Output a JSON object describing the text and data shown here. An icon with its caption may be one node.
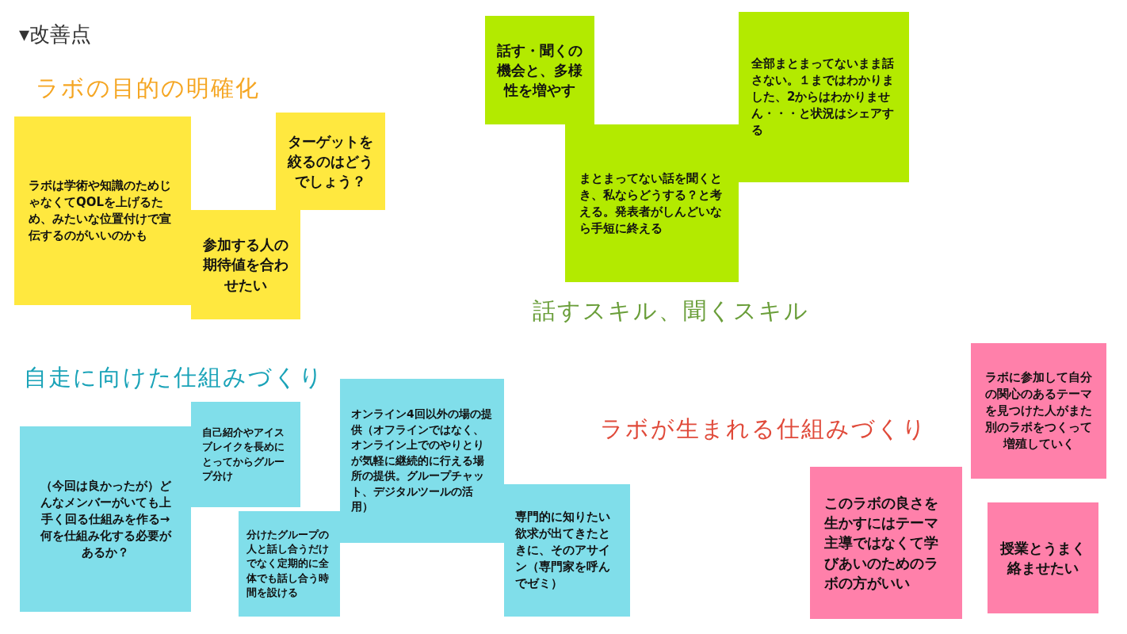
{
  "diagram": {
    "title": "▾改善点",
    "nodes": [
      {
        "text": [
          "ラボは学術や知識のためじゃなくてQOLを上げるため、みたいな位置付けで宣伝するのがいいのかも"
        ]
      },
      {
        "text": [
          "ターゲットを絞るのはどうでしょう？"
        ]
      },
      {
        "text": [
          "参加する人の期待値を合わせたい"
        ]
      },
      {
        "text": [
          "話す・聞くの機会と、多様性を増やす"
        ]
      },
      {
        "text": [
          "全部まとまってないまま話さない。１まではわかりました、2からはわかりません・・・と状況はシェアする"
        ]
      },
      {
        "text": [
          "まとまってない話を聞くとき、私ならどうする？と考える。発表者がしんどいなら手短に終える"
        ]
      },
      {
        "text": [
          "（今回は良かったが）どんなメンバーがいても上手く回る仕組みを作る→何を仕組み化する必要があるか？"
        ]
      },
      {
        "text": [
          "自己紹介やアイスブレイクを長めにとってからグループ分け"
        ]
      },
      {
        "text": [
          "分けたグループの人と話し合うだけでなく定期的に全体でも話し合う時間を設ける"
        ]
      },
      {
        "text": [
          "オンライン4回以外の場の提供（オフラインではなく、オンライン上でのやりとりが気軽に継続的に行える場所の提供。グループチャット、デジタルツールの活用）"
        ]
      },
      {
        "text": [
          "専門的に知りたい欲求が出てきたときに、そのアサイン（専門家を呼んでゼミ）"
        ]
      },
      {
        "text": [
          "ラボに参加して自分の関心のあるテーマを見つけた人がまた別のラボをつくって増殖していく"
        ]
      },
      {
        "text": [
          "このラボの良さを生かすにはテーマ主導ではなくて学びあいのためのラボの方がいい"
        ]
      },
      {
        "text": [
          "授業とうまく絡ませたい"
        ]
      }
    ],
    "labels": [
      "ラボの目的の明確化",
      "話すスキル、聞くスキル",
      "自走に向けた仕組みづくり",
      "ラボが生まれる仕組みづくり"
    ]
  }
}
